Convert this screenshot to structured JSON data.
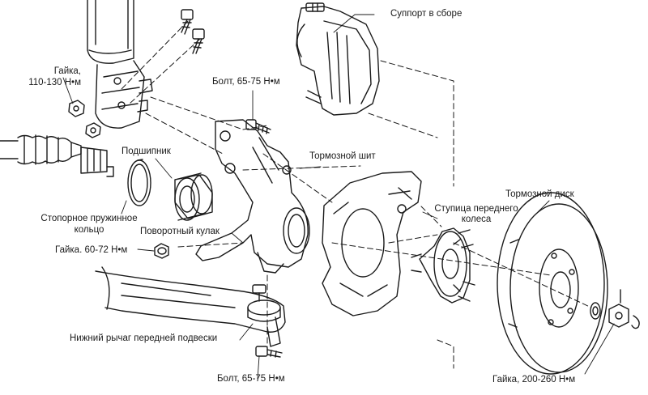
{
  "labels": {
    "caliper": "Суппорт в сборе",
    "nut_top_line1": "Гайка,",
    "nut_top_line2": "110-130 Н•м",
    "bolt_top": "Болт, 65-75 Н•м",
    "bearing": "Подшипник",
    "brake_shield": "Тормозной шит",
    "brake_disc": "Тормозной диск",
    "hub_line1": "Ступица переднего",
    "hub_line2": "колеса",
    "snap_ring_line1": "Стопорное пружинное",
    "snap_ring_line2": "кольцо",
    "knuckle": "Поворотный кулак",
    "nut_mid": "Гайка. 60-72 Н•м",
    "lower_arm": "Нижний рычаг передней подвески",
    "bolt_bottom": "Болт, 65-75 Н•м",
    "nut_bottom": "Гайка, 200-260 Н•м"
  },
  "colors": {
    "ink": "#1a1a1a",
    "background": "#ffffff"
  }
}
